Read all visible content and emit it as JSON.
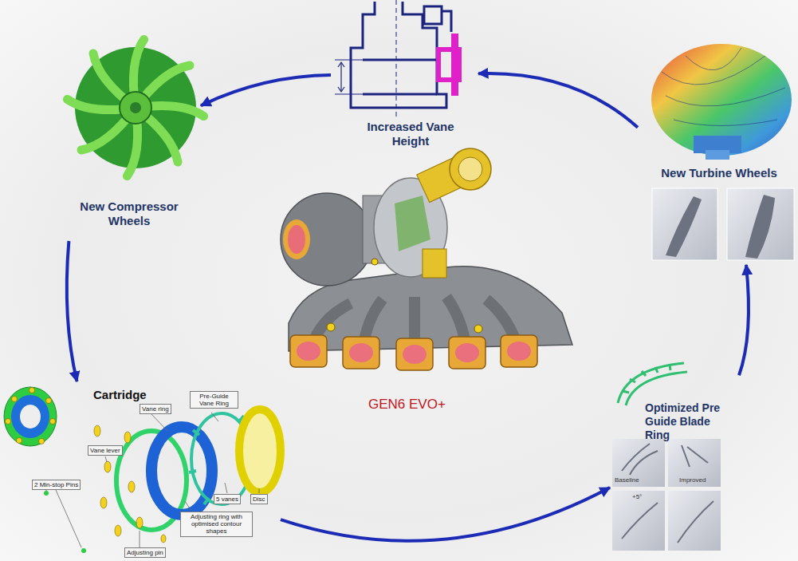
{
  "diagram": {
    "nodes": [
      {
        "text": [
          "Increased Vane Height"
        ]
      },
      {
        "text": [
          "New Compressor Wheels"
        ]
      },
      {
        "text": [
          "New Turbine Wheels"
        ]
      },
      {
        "text": [
          "Cartridge"
        ]
      },
      {
        "text": [
          "Optimized Pre Guide Blade Ring"
        ]
      }
    ],
    "edges": [
      {
        "from": 0,
        "to": 1,
        "arrow": "to"
      },
      {
        "from": 1,
        "to": 3,
        "arrow": "to"
      },
      {
        "from": 3,
        "to": 4,
        "arrow": "to"
      },
      {
        "from": 4,
        "to": 2,
        "arrow": "to"
      },
      {
        "from": 2,
        "to": 0,
        "arrow": "to"
      }
    ],
    "labels": [
      "GEN6 EVO+",
      "Pre-Guide Vane Ring",
      "Vane ring",
      "Vane lever",
      "2 Min-stop Pins",
      "5 vanes",
      "Disc",
      "Adjusting ring with optimised contour shapes",
      "Adjusting pin",
      "Baseline",
      "Improved",
      "+5°"
    ]
  }
}
